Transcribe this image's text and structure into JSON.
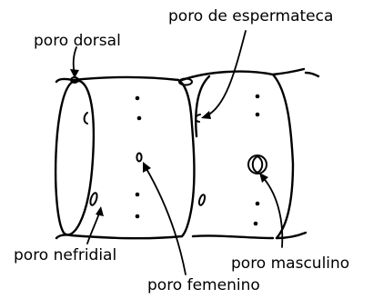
{
  "labels": {
    "poro_dorsal": "poro dorsal",
    "poro_espermateca": "poro de espermateca",
    "poro_nefridial": "poro nefridial",
    "poro_masculino": "poro masculino",
    "poro_femenino": "poro femenino"
  },
  "colors": {
    "ink": "#000000",
    "background": "#ffffff"
  }
}
